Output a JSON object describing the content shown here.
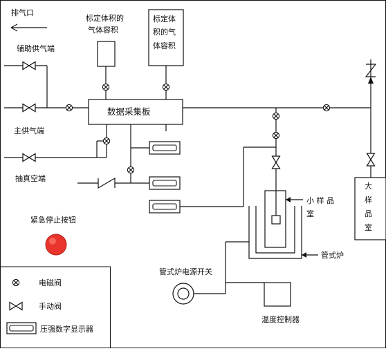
{
  "labels": {
    "exhaust_port": "排气口",
    "aux_supply": "辅助供气端",
    "main_supply": "主供气端",
    "vacuum_port": "抽真空端",
    "emergency_stop": "紧急停止按钮",
    "calib_volume_small": [
      "标定体积的",
      "气体容积"
    ],
    "calib_volume_large": [
      "标定体",
      "积的气",
      "体容积"
    ],
    "daq_board": "数据采集板",
    "small_sample_chamber": [
      "小 样 品",
      "室"
    ],
    "large_sample_chamber": [
      "大",
      "样",
      "品",
      "室"
    ],
    "tube_furnace": "管式炉",
    "furnace_power_switch": "管式炉电源开关",
    "temp_controller": "温度控制器"
  },
  "legend": {
    "solenoid_valve": "电磁阀",
    "manual_valve": "手动阀",
    "pressure_display": "压强数字显示器"
  },
  "colors": {
    "line": "#111111",
    "emergency_button": "#e8342c",
    "background": "#ffffff"
  }
}
